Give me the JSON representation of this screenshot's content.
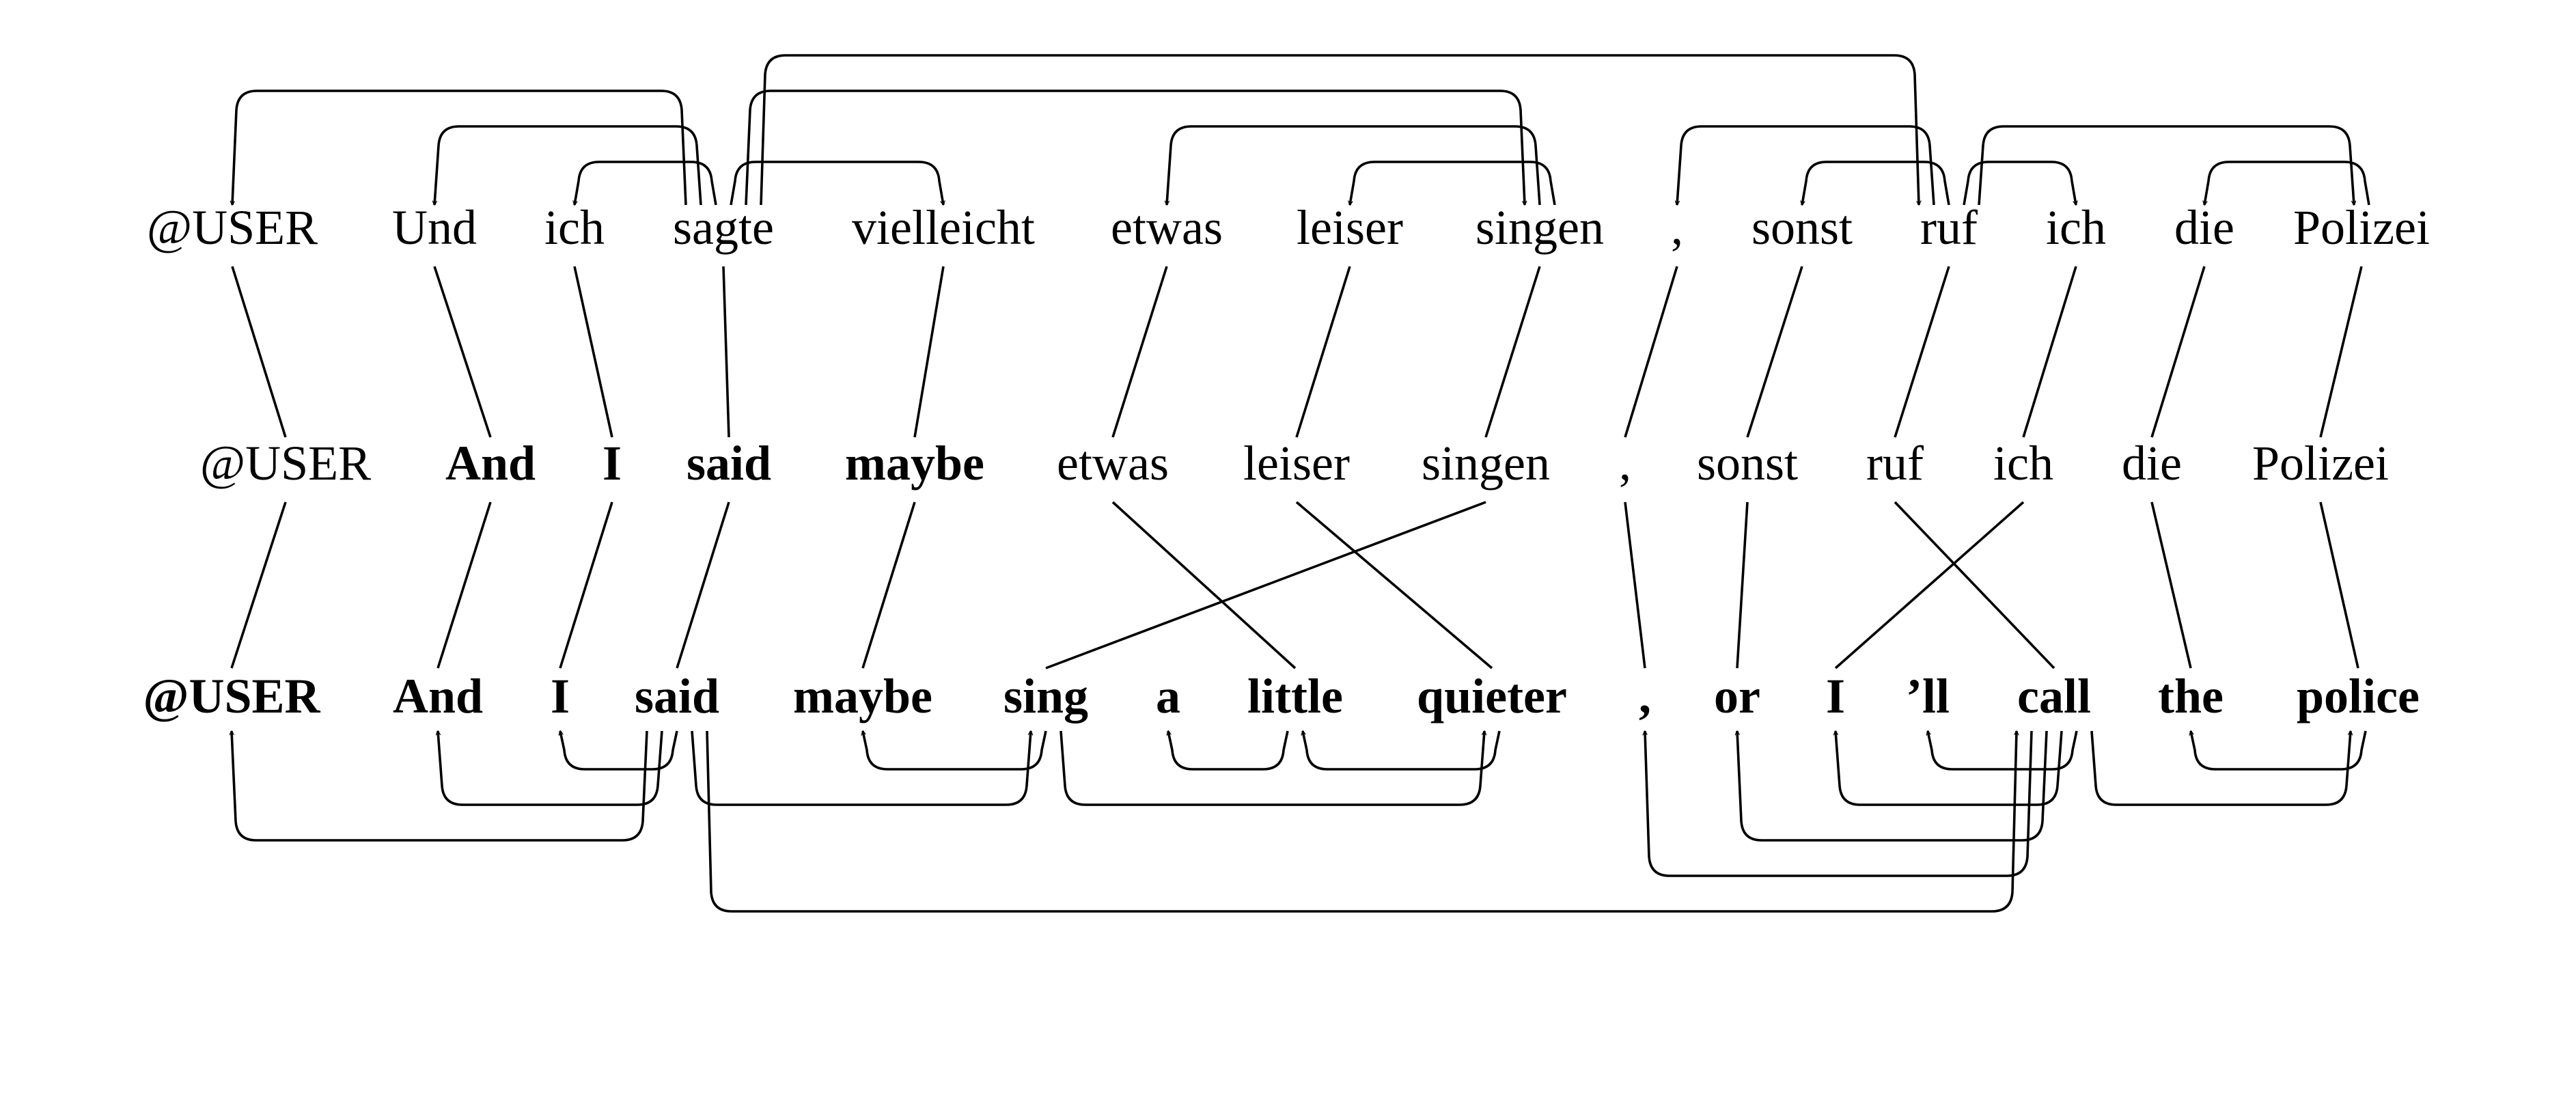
{
  "rows": [
    {
      "tokens": [
        {
          "text": "@USER",
          "bold": false
        },
        {
          "text": "Und",
          "bold": false
        },
        {
          "text": "ich",
          "bold": false
        },
        {
          "text": "sagte",
          "bold": false
        },
        {
          "text": "vielleicht",
          "bold": false
        },
        {
          "text": "etwas",
          "bold": false
        },
        {
          "text": "leiser",
          "bold": false
        },
        {
          "text": "singen",
          "bold": false
        },
        {
          "text": ",",
          "bold": false
        },
        {
          "text": "sonst",
          "bold": false
        },
        {
          "text": "ruf",
          "bold": false
        },
        {
          "text": "ich",
          "bold": false
        },
        {
          "text": "die",
          "bold": false
        },
        {
          "text": "Polizei",
          "bold": false
        }
      ],
      "arcs": [
        [
          3,
          0
        ],
        [
          3,
          1
        ],
        [
          3,
          2
        ],
        [
          3,
          4
        ],
        [
          3,
          7
        ],
        [
          7,
          5
        ],
        [
          7,
          6
        ],
        [
          3,
          10
        ],
        [
          10,
          8
        ],
        [
          10,
          9
        ],
        [
          10,
          11
        ],
        [
          10,
          13
        ],
        [
          13,
          12
        ]
      ]
    },
    {
      "tokens": [
        {
          "text": "@USER",
          "bold": false
        },
        {
          "text": "And",
          "bold": true
        },
        {
          "text": "I",
          "bold": true
        },
        {
          "text": "said",
          "bold": true
        },
        {
          "text": "maybe",
          "bold": true
        },
        {
          "text": "etwas",
          "bold": false
        },
        {
          "text": "leiser",
          "bold": false
        },
        {
          "text": "singen",
          "bold": false
        },
        {
          "text": ",",
          "bold": false
        },
        {
          "text": "sonst",
          "bold": false
        },
        {
          "text": "ruf",
          "bold": false
        },
        {
          "text": "ich",
          "bold": false
        },
        {
          "text": "die",
          "bold": false
        },
        {
          "text": "Polizei",
          "bold": false
        }
      ],
      "arcs": []
    },
    {
      "tokens": [
        {
          "text": "@USER",
          "bold": true
        },
        {
          "text": "And",
          "bold": true
        },
        {
          "text": "I",
          "bold": true
        },
        {
          "text": "said",
          "bold": true
        },
        {
          "text": "maybe",
          "bold": true
        },
        {
          "text": "sing",
          "bold": true
        },
        {
          "text": "a",
          "bold": true
        },
        {
          "text": "little",
          "bold": true
        },
        {
          "text": "quieter",
          "bold": true
        },
        {
          "text": ",",
          "bold": true
        },
        {
          "text": "or",
          "bold": true
        },
        {
          "text": "I",
          "bold": true
        },
        {
          "text": "’ll",
          "bold": true
        },
        {
          "text": "call",
          "bold": true
        },
        {
          "text": "the",
          "bold": true
        },
        {
          "text": "police",
          "bold": true
        }
      ],
      "arcs": [
        [
          3,
          0
        ],
        [
          3,
          1
        ],
        [
          3,
          2
        ],
        [
          3,
          5
        ],
        [
          5,
          4
        ],
        [
          5,
          8
        ],
        [
          7,
          6
        ],
        [
          8,
          7
        ],
        [
          3,
          13
        ],
        [
          13,
          9
        ],
        [
          13,
          10
        ],
        [
          13,
          11
        ],
        [
          13,
          12
        ],
        [
          13,
          15
        ],
        [
          15,
          14
        ]
      ]
    }
  ],
  "alignments": [
    {
      "from": 0,
      "to": 1,
      "pairs": [
        [
          0,
          0
        ],
        [
          1,
          1
        ],
        [
          2,
          2
        ],
        [
          3,
          3
        ],
        [
          4,
          4
        ],
        [
          5,
          5
        ],
        [
          6,
          6
        ],
        [
          7,
          7
        ],
        [
          8,
          8
        ],
        [
          9,
          9
        ],
        [
          10,
          10
        ],
        [
          11,
          11
        ],
        [
          12,
          12
        ],
        [
          13,
          13
        ]
      ]
    },
    {
      "from": 1,
      "to": 2,
      "pairs": [
        [
          0,
          0
        ],
        [
          1,
          1
        ],
        [
          2,
          2
        ],
        [
          3,
          3
        ],
        [
          4,
          4
        ],
        [
          5,
          7
        ],
        [
          6,
          8
        ],
        [
          7,
          5
        ],
        [
          8,
          9
        ],
        [
          9,
          10
        ],
        [
          10,
          13
        ],
        [
          11,
          11
        ],
        [
          12,
          14
        ],
        [
          13,
          15
        ]
      ]
    }
  ]
}
